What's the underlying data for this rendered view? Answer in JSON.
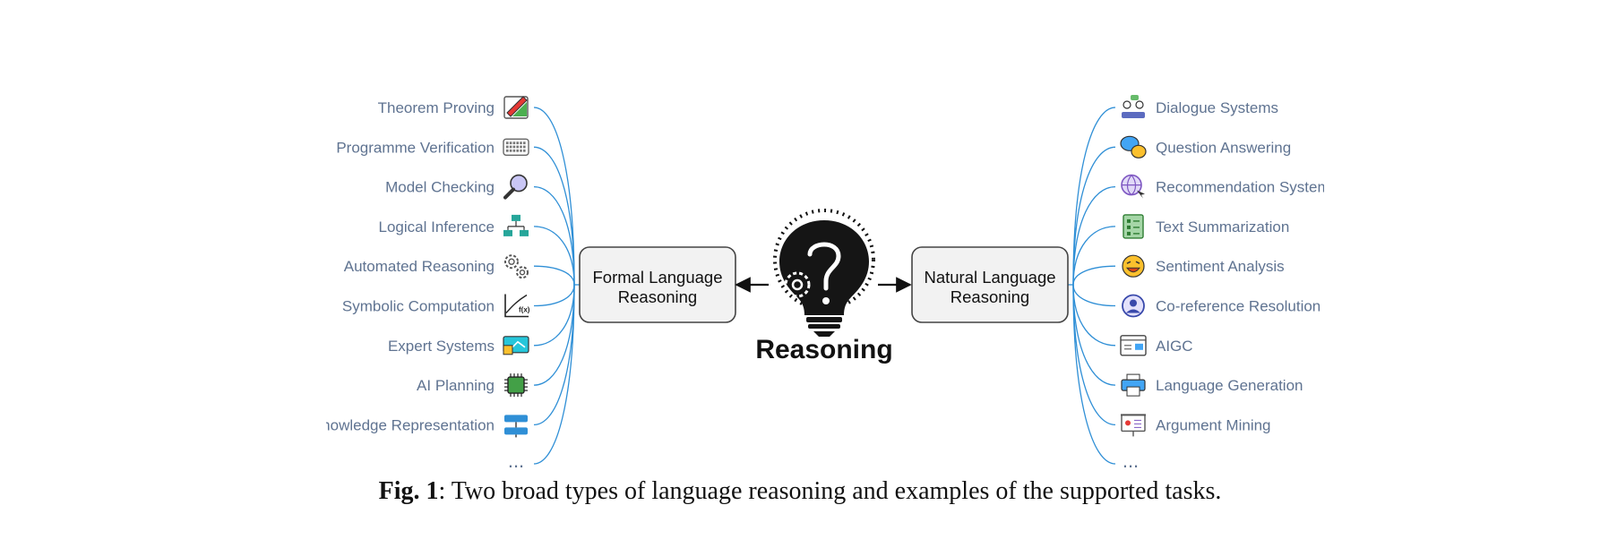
{
  "center": {
    "title": "Reasoning",
    "icon": "lightbulb-gear-question-icon"
  },
  "formal": {
    "title_lines": [
      "Formal Language",
      "Reasoning"
    ],
    "tasks": [
      {
        "label": "Theorem Proving",
        "icon": "drafting-pencil-icon"
      },
      {
        "label": "Programme Verification",
        "icon": "keyboard-icon"
      },
      {
        "label": "Model Checking",
        "icon": "magnifier-icon"
      },
      {
        "label": "Logical Inference",
        "icon": "flowchart-icon"
      },
      {
        "label": "Automated Reasoning",
        "icon": "gears-icon"
      },
      {
        "label": "Symbolic Computation",
        "icon": "function-graph-icon"
      },
      {
        "label": "Expert Systems",
        "icon": "presentation-board-icon"
      },
      {
        "label": "AI Planning",
        "icon": "chip-icon"
      },
      {
        "label": "Knowledge Representation",
        "icon": "stacked-blocks-icon"
      }
    ],
    "more": "..."
  },
  "natural": {
    "title_lines": [
      "Natural Language",
      "Reasoning"
    ],
    "tasks": [
      {
        "label": "Dialogue Systems",
        "icon": "people-chat-icon"
      },
      {
        "label": "Question Answering",
        "icon": "speech-bubbles-icon"
      },
      {
        "label": "Recommendation System",
        "icon": "globe-cursor-icon"
      },
      {
        "label": "Text Summarization",
        "icon": "checklist-icon"
      },
      {
        "label": "Sentiment Analysis",
        "icon": "laughing-face-icon"
      },
      {
        "label": "Co-reference Resolution",
        "icon": "user-avatar-icon"
      },
      {
        "label": "AIGC",
        "icon": "browser-window-icon"
      },
      {
        "label": "Language Generation",
        "icon": "printer-icon"
      },
      {
        "label": "Argument Mining",
        "icon": "projector-screen-icon"
      }
    ],
    "more": "..."
  },
  "caption": {
    "label": "Fig. 1",
    "text": ": Two broad types of language reasoning and examples of the supported tasks."
  },
  "colors": {
    "connector": "#2f8fd6",
    "label": "#5f7391",
    "box_fill": "#f2f2f2",
    "box_stroke": "#444444"
  }
}
